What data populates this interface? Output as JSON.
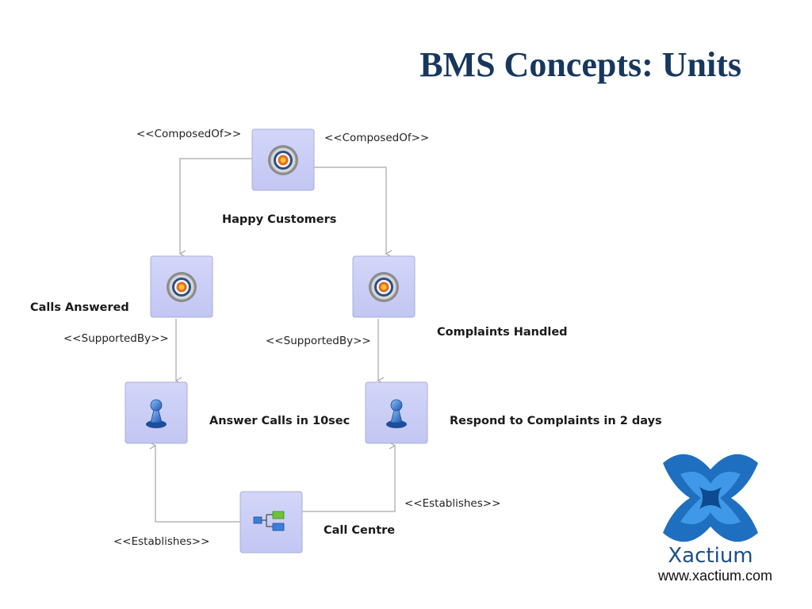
{
  "slide": {
    "title": "BMS Concepts: Units",
    "website": "www.xactium.com",
    "logo_text": "Xactium"
  },
  "nodes": {
    "happy_customers": {
      "label": "Happy Customers",
      "icon": "target-icon"
    },
    "calls_answered": {
      "label": "Calls Answered",
      "icon": "target-icon"
    },
    "complaints_handled": {
      "label": "Complaints Handled",
      "icon": "target-icon"
    },
    "answer_calls": {
      "label": "Answer Calls in 10sec",
      "icon": "person-icon"
    },
    "respond_complaints": {
      "label": "Respond to Complaints in 2 days",
      "icon": "person-icon"
    },
    "call_centre": {
      "label": "Call Centre",
      "icon": "org-unit-icon"
    }
  },
  "edges": {
    "composed_left": "<<ComposedOf>>",
    "composed_right": "<<ComposedOf>>",
    "supported_left": "<<SupportedBy>>",
    "supported_right": "<<SupportedBy>>",
    "establishes_left": "<<Establishes>>",
    "establishes_right": "<<Establishes>>"
  },
  "colors": {
    "title": "#17375e",
    "node_fill": "#c9cdf5",
    "node_border": "#a8aede",
    "connector": "#a6a6a6",
    "logo": "#1f6fc0"
  }
}
